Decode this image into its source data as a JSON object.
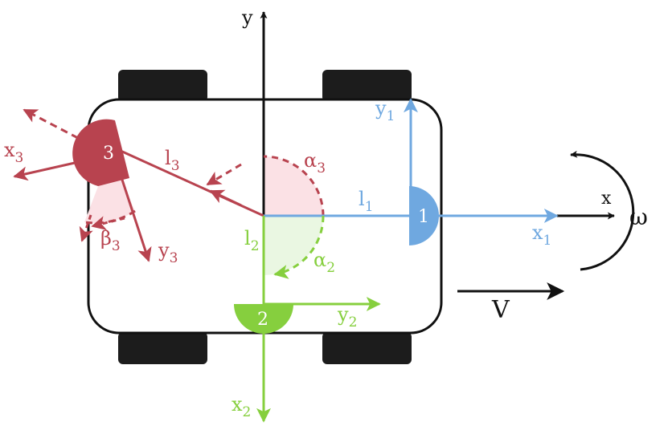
{
  "colors": {
    "black": "#111111",
    "wheel": "#1c1c1c",
    "red": "#b8434f",
    "red_fill": "#fbe1e5",
    "blue": "#6fa8e0",
    "green": "#86cf3e",
    "green_fill": "#eaf7e2"
  },
  "axes": {
    "x": "x",
    "y": "y",
    "omega": "ω",
    "v": "V"
  },
  "wheels": {
    "w1": {
      "number": "1",
      "x_base": "x",
      "x_sub": "1",
      "y_base": "y",
      "y_sub": "1",
      "l_base": "l",
      "l_sub": "1"
    },
    "w2": {
      "number": "2",
      "x_base": "x",
      "x_sub": "2",
      "y_base": "y",
      "y_sub": "2",
      "l_base": "l",
      "l_sub": "2",
      "alpha_base": "α",
      "alpha_sub": "2"
    },
    "w3": {
      "number": "3",
      "x_base": "x",
      "x_sub": "3",
      "y_base": "y",
      "y_sub": "3",
      "l_base": "l",
      "l_sub": "3",
      "alpha_base": "α",
      "alpha_sub": "3",
      "beta_base": "β",
      "beta_sub": "3"
    }
  }
}
